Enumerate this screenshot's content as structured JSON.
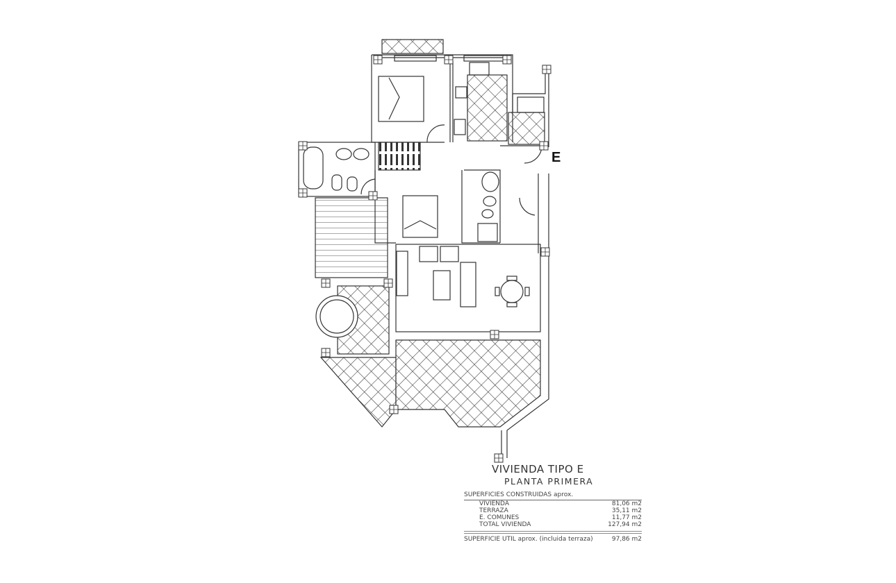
{
  "plan": {
    "entrance_label": "E",
    "title": "VIVIENDA TIPO E",
    "subtitle": "PLANTA PRIMERA"
  },
  "areas": {
    "header": "SUPERFICIES CONSTRUIDAS aprox.",
    "rows": [
      {
        "label": "VIVIENDA",
        "value": "81,06 m2"
      },
      {
        "label": "TERRAZA",
        "value": "35,11 m2"
      },
      {
        "label": "E. COMUNES",
        "value": "11,77 m2"
      },
      {
        "label": "TOTAL VIVIENDA",
        "value": "127,94 m2"
      }
    ],
    "useful_label": "SUPERFICIE UTIL aprox. (incluida terraza)",
    "useful_value": "97,86 m2"
  },
  "colors": {
    "line": "#333333",
    "background": "#ffffff"
  }
}
